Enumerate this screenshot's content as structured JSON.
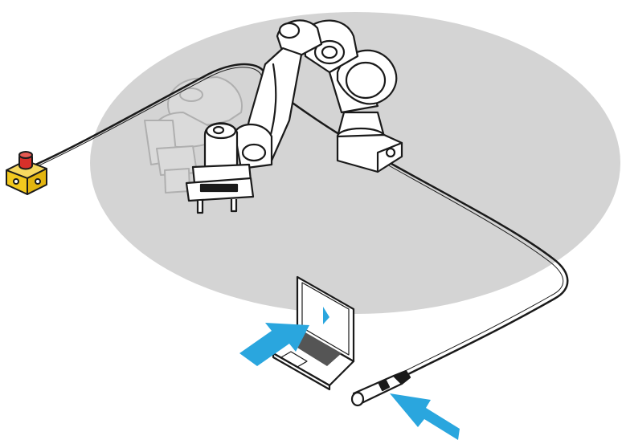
{
  "diagram": {
    "components": [
      {
        "id": "workspace",
        "icon": "workspace-ellipse"
      },
      {
        "id": "emergency-stop",
        "icon": "emergency-stop-icon"
      },
      {
        "id": "robot-arm",
        "icon": "robot-arm-icon"
      },
      {
        "id": "gripper",
        "icon": "gripper-icon"
      },
      {
        "id": "control-unit",
        "icon": "control-box-icon"
      },
      {
        "id": "laptop",
        "icon": "laptop-icon"
      },
      {
        "id": "handheld-tool",
        "icon": "handheld-tool-icon"
      },
      {
        "id": "cable",
        "icon": "cable-icon"
      }
    ],
    "highlights": [
      {
        "target": "laptop",
        "icon": "arrow-icon"
      },
      {
        "target": "handheld-tool",
        "icon": "arrow-icon"
      }
    ],
    "colors": {
      "workspace": "#d4d4d4",
      "arrow": "#2aa6de",
      "estop_body": "#f2c81e",
      "estop_button": "#d8302a",
      "line": "#1a1a1a",
      "robot_fill": "#ffffff"
    }
  }
}
